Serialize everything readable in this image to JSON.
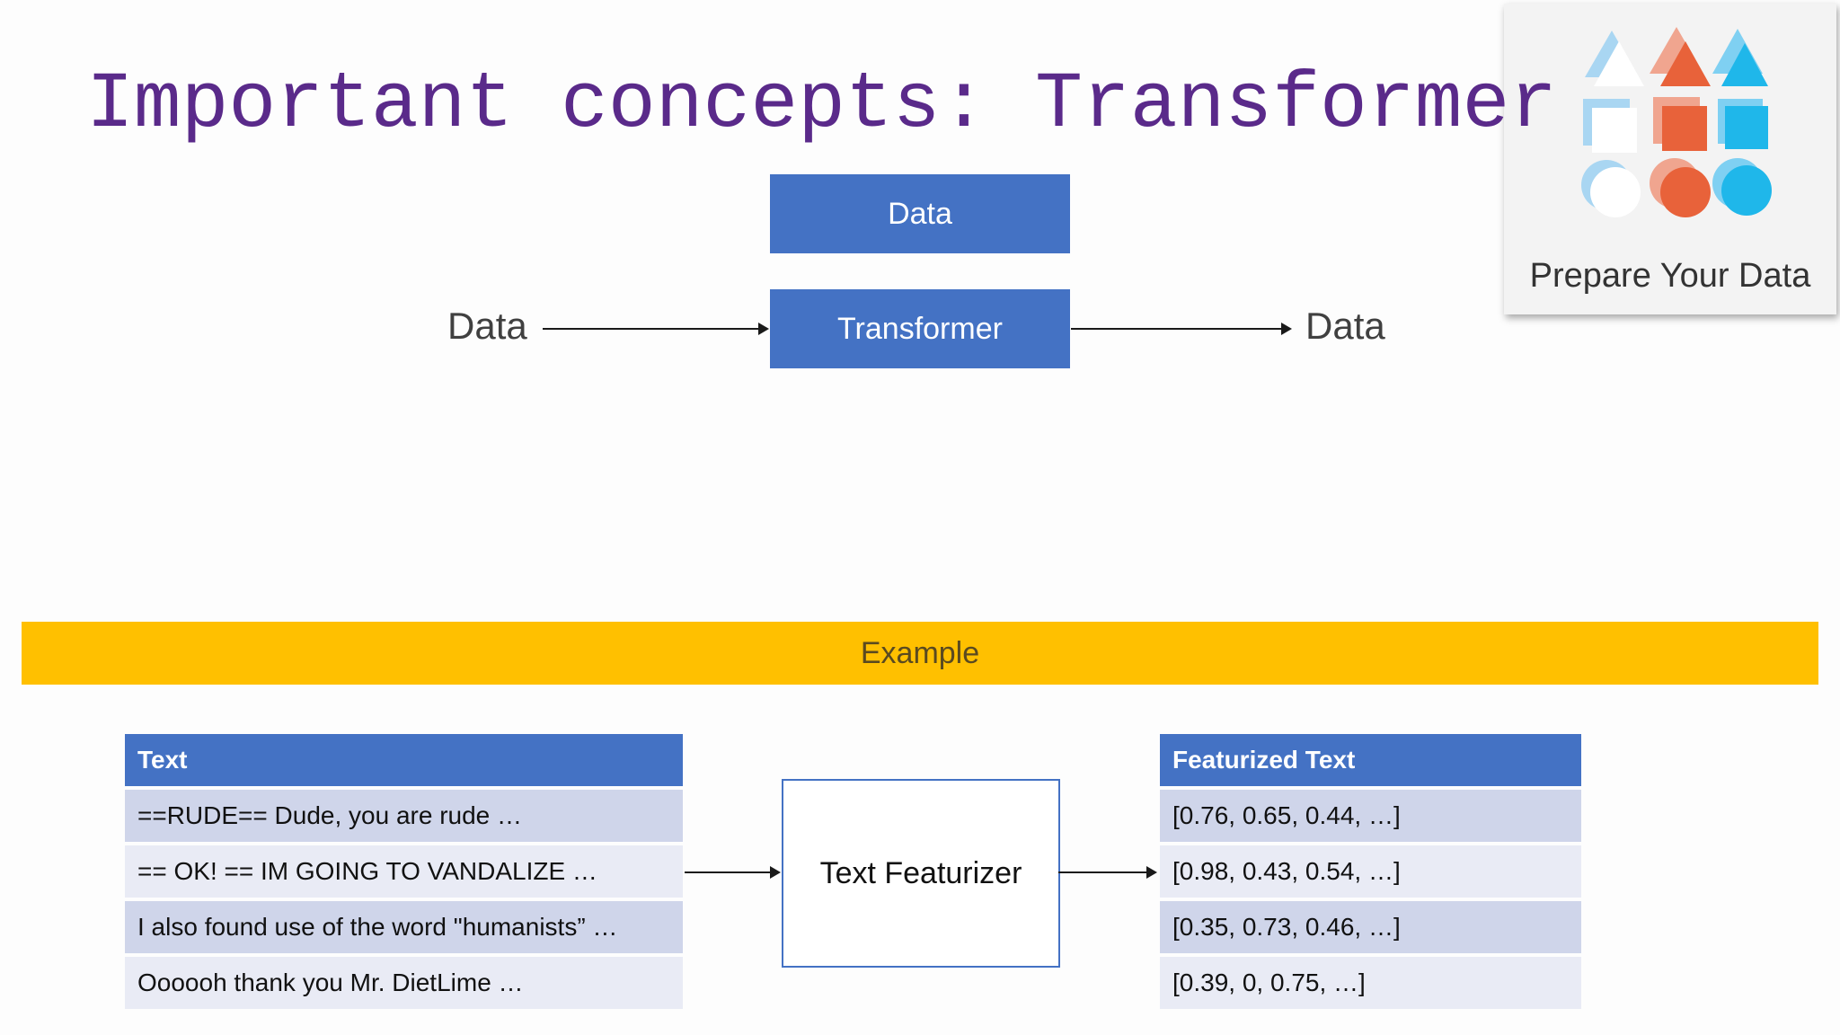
{
  "slide": {
    "title": "Important concepts: Transformer",
    "pipeline": {
      "data_box": "Data",
      "transformer_box": "Transformer",
      "input_label": "Data",
      "output_label": "Data"
    },
    "logo": {
      "caption": "Prepare Your Data",
      "colors": [
        "#ffffff",
        "#e8623a",
        "#1fb7ea",
        "#a9d6f2",
        "#f0a58f"
      ]
    },
    "example_banner": "Example",
    "example": {
      "text_table": {
        "header": "Text",
        "rows": [
          "==RUDE== Dude, you are rude …",
          "== OK! == IM GOING TO VANDALIZE …",
          "I also found use of the word \"humanists” …",
          "Oooooh thank you Mr. DietLime …"
        ]
      },
      "featurizer": "Text Featurizer",
      "featurized_table": {
        "header": "Featurized Text",
        "rows": [
          "[0.76, 0.65, 0.44, …]",
          "[0.98, 0.43, 0.54, …]",
          "[0.35, 0.73, 0.46, …]",
          "[0.39, 0, 0.75, …]"
        ]
      }
    },
    "colors": {
      "title": "#5a2a8a",
      "box_blue": "#4472c4",
      "banner": "#ffc000"
    }
  }
}
